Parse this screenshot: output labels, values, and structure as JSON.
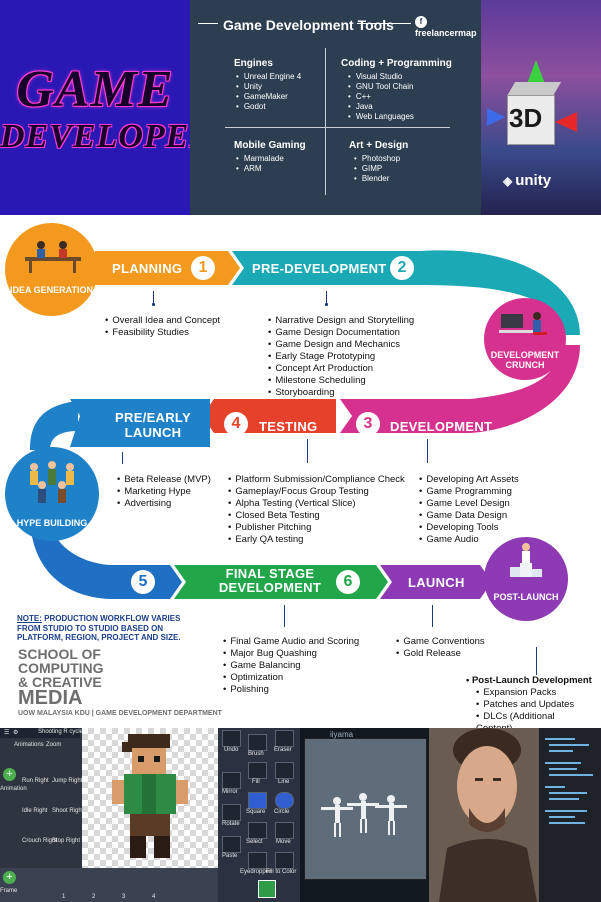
{
  "logo": {
    "line1": "GAME",
    "line2": "DEVELOPER"
  },
  "tools_panel": {
    "title": "Game Development Tools",
    "brand": "freelancermap",
    "categories": [
      {
        "name": "Engines",
        "items": [
          "Unreal Engine 4",
          "Unity",
          "GameMaker",
          "Godot"
        ]
      },
      {
        "name": "Coding + Programming",
        "items": [
          "Visual Studio",
          "GNU Tool Chain",
          "C++",
          "Java",
          "Web Languages"
        ]
      },
      {
        "name": "Mobile Gaming",
        "items": [
          "Marmalade",
          "ARM"
        ]
      },
      {
        "name": "Art + Design",
        "items": [
          "Photoshop",
          "GIMP",
          "Blender"
        ]
      }
    ]
  },
  "unity_graphic": {
    "cube_label": "3D",
    "brand": "unity"
  },
  "workflow": {
    "nodes": {
      "idea": "IDEA GENERATION",
      "crunch": "DEVELOPMENT CRUNCH",
      "hype": "HYPE BUILDING",
      "post_launch": "POST-LAUNCH"
    },
    "stages": [
      {
        "num": "1",
        "label": "PLANNING",
        "color": "#f39a1e",
        "items": [
          "Overall Idea and Concept",
          "Feasibility Studies"
        ]
      },
      {
        "num": "2",
        "label": "PRE-DEVELOPMENT",
        "color": "#1aa9b5",
        "items": [
          "Narrative Design and Storytelling",
          "Game Design Documentation",
          "Game Design and Mechanics",
          "Early Stage Prototyping",
          "Concept Art Production",
          "Milestone Scheduling",
          "Storyboarding"
        ]
      },
      {
        "num": "3",
        "label": "DEVELOPMENT",
        "color": "#d6318f",
        "items": [
          "Developing Art Assets",
          "Game Programming",
          "Game Level Design",
          "Game Data Design",
          "Developing Tools",
          "Game Audio"
        ]
      },
      {
        "num": "4",
        "label": "TESTING",
        "color": "#e6412a",
        "items": [
          "Platform Submission/Compliance Check",
          "Gameplay/Focus Group Testing",
          "Alpha Testing (Vertical Slice)",
          "Closed Beta Testing",
          "Publisher Pitching",
          "Early QA testing"
        ]
      },
      {
        "num": "",
        "label": "PRE/EARLY LAUNCH",
        "color": "#1f82c8",
        "items": [
          "Beta Release (MVP)",
          "Marketing Hype",
          "Advertising"
        ]
      },
      {
        "num": "5",
        "label": "",
        "color": "#1f6fc2",
        "items": []
      },
      {
        "num": "6",
        "label": "FINAL STAGE DEVELOPMENT",
        "color": "#21a64a",
        "items": [
          "Final Game Audio and Scoring",
          "Major Bug Quashing",
          "Game Balancing",
          "Optimization",
          "Polishing"
        ]
      },
      {
        "num": "",
        "label": "LAUNCH",
        "color": "#8e3ab4",
        "items": [
          "Game Conventions",
          "Gold Release"
        ]
      }
    ],
    "post_launch": {
      "heading": "Post-Launch Development",
      "items": [
        "Expansion Packs",
        "Patches and Updates",
        "DLCs (Additional Content)"
      ]
    },
    "note": {
      "key": "NOTE:",
      "lines": [
        " PRODUCTION WORKFLOW VARIES",
        "FROM STUDIO TO STUDIO BASED ON",
        "PLATFORM, REGION, PROJECT AND SIZE."
      ]
    },
    "school": {
      "lines": [
        "SCHOOL OF",
        "COMPUTING",
        "& CREATIVE",
        "MEDIA"
      ],
      "footer": "UOW MALAYSIA KDU | GAME DEVELOPMENT DEPARTMENT"
    },
    "colors": {
      "orange": "#f39a1e",
      "teal": "#1aa9b5",
      "magenta": "#d6318f",
      "red": "#e6412a",
      "blue": "#1f82c8",
      "green": "#21a64a",
      "purple": "#8e3ab4"
    }
  },
  "pixel_editor": {
    "title": "Shooting R cycle",
    "tabs": [
      "Animations",
      "Zoom"
    ],
    "side_labels": [
      "Animation",
      "Frame"
    ],
    "animations": [
      "Run Right",
      "Jump Right",
      "Idle Right",
      "Shoot Right",
      "Crouch Right",
      "Stop Right"
    ],
    "frame_labels": [
      "1",
      "2",
      "3",
      "4"
    ],
    "tools": [
      "Undo",
      "Eraser",
      "Brush",
      "Line",
      "Mirror",
      "Fill",
      "Rotate",
      "Square",
      "Circle",
      "Select",
      "Move",
      "Paste",
      "Eyedropper",
      "Fill to Color"
    ]
  },
  "monitor": {
    "brand": "iiyama"
  }
}
